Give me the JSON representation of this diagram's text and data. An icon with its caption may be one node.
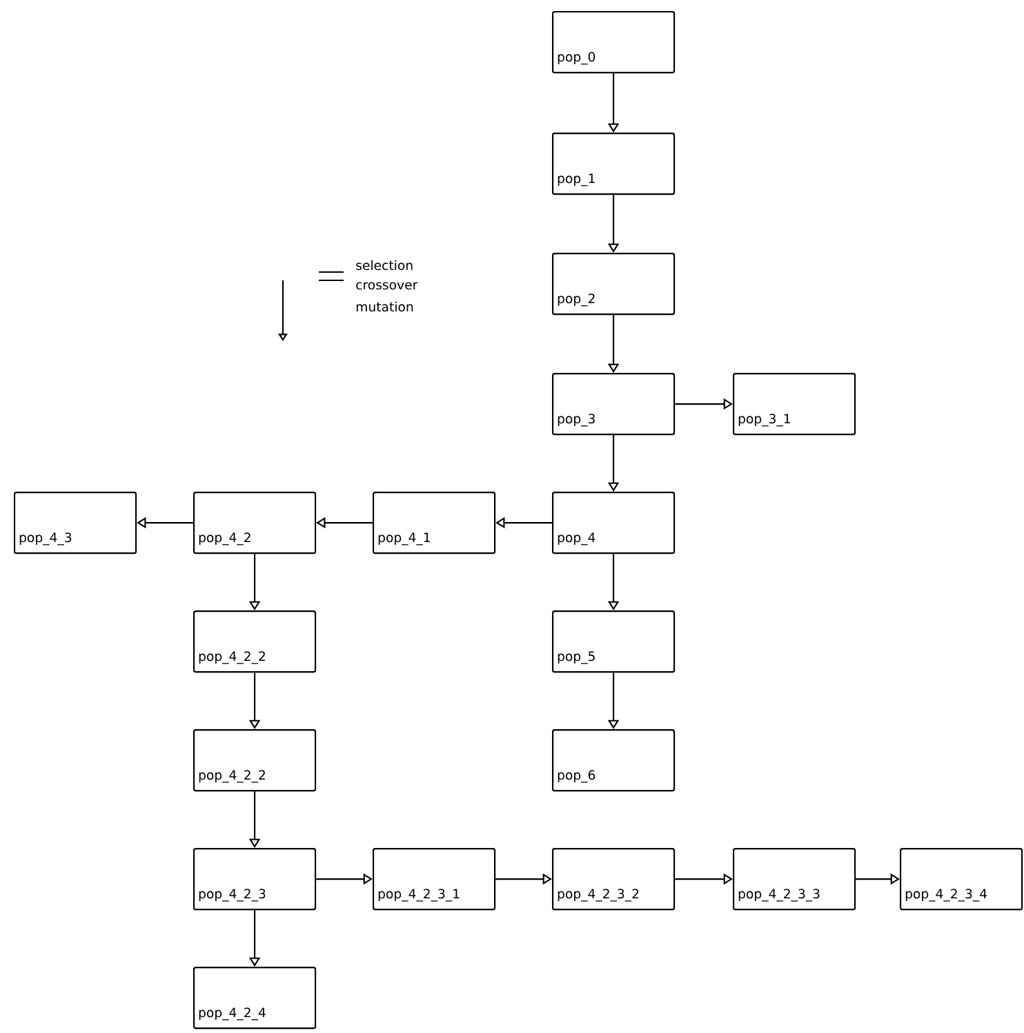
{
  "diagram": {
    "nodes": [
      {
        "text": [
          "pop_0"
        ]
      },
      {
        "text": [
          "pop_1"
        ]
      },
      {
        "text": [
          "pop_2"
        ]
      },
      {
        "text": [
          "pop_3"
        ]
      },
      {
        "text": [
          "pop_3_1"
        ]
      },
      {
        "text": [
          "pop_4_3"
        ]
      },
      {
        "text": [
          "pop_4_2"
        ]
      },
      {
        "text": [
          "pop_4_1"
        ]
      },
      {
        "text": [
          "pop_4"
        ]
      },
      {
        "text": [
          "pop_4_2_2"
        ]
      },
      {
        "text": [
          "pop_5"
        ]
      },
      {
        "text": [
          "pop_4_2_2"
        ]
      },
      {
        "text": [
          "pop_6"
        ]
      },
      {
        "text": [
          "pop_4_2_3"
        ]
      },
      {
        "text": [
          "pop_4_2_3_1"
        ]
      },
      {
        "text": [
          "pop_4_2_3_2"
        ]
      },
      {
        "text": [
          "pop_4_2_3_3"
        ]
      },
      {
        "text": [
          "pop_4_2_3_4"
        ]
      },
      {
        "text": [
          "pop_4_2_4"
        ]
      }
    ],
    "edges": [
      {
        "from": 0,
        "to": 1,
        "arrow": "to"
      },
      {
        "from": 1,
        "to": 2,
        "arrow": "to"
      },
      {
        "from": 2,
        "to": 3,
        "arrow": "to"
      },
      {
        "from": 3,
        "to": 4,
        "arrow": "to"
      },
      {
        "from": 3,
        "to": 8,
        "arrow": "to"
      },
      {
        "from": 8,
        "to": 7,
        "arrow": "to"
      },
      {
        "from": 7,
        "to": 6,
        "arrow": "to"
      },
      {
        "from": 6,
        "to": 5,
        "arrow": "to"
      },
      {
        "from": 6,
        "to": 9,
        "arrow": "to"
      },
      {
        "from": 9,
        "to": 11,
        "arrow": "to"
      },
      {
        "from": 8,
        "to": 10,
        "arrow": "to"
      },
      {
        "from": 10,
        "to": 12,
        "arrow": "to"
      },
      {
        "from": 11,
        "to": 13,
        "arrow": "to"
      },
      {
        "from": 13,
        "to": 14,
        "arrow": "to"
      },
      {
        "from": 14,
        "to": 15,
        "arrow": "to"
      },
      {
        "from": 15,
        "to": 16,
        "arrow": "to"
      },
      {
        "from": 16,
        "to": 17,
        "arrow": "to"
      },
      {
        "from": 13,
        "to": 18,
        "arrow": "to"
      }
    ],
    "labels": [
      "selection",
      "crossover",
      "mutation"
    ]
  }
}
